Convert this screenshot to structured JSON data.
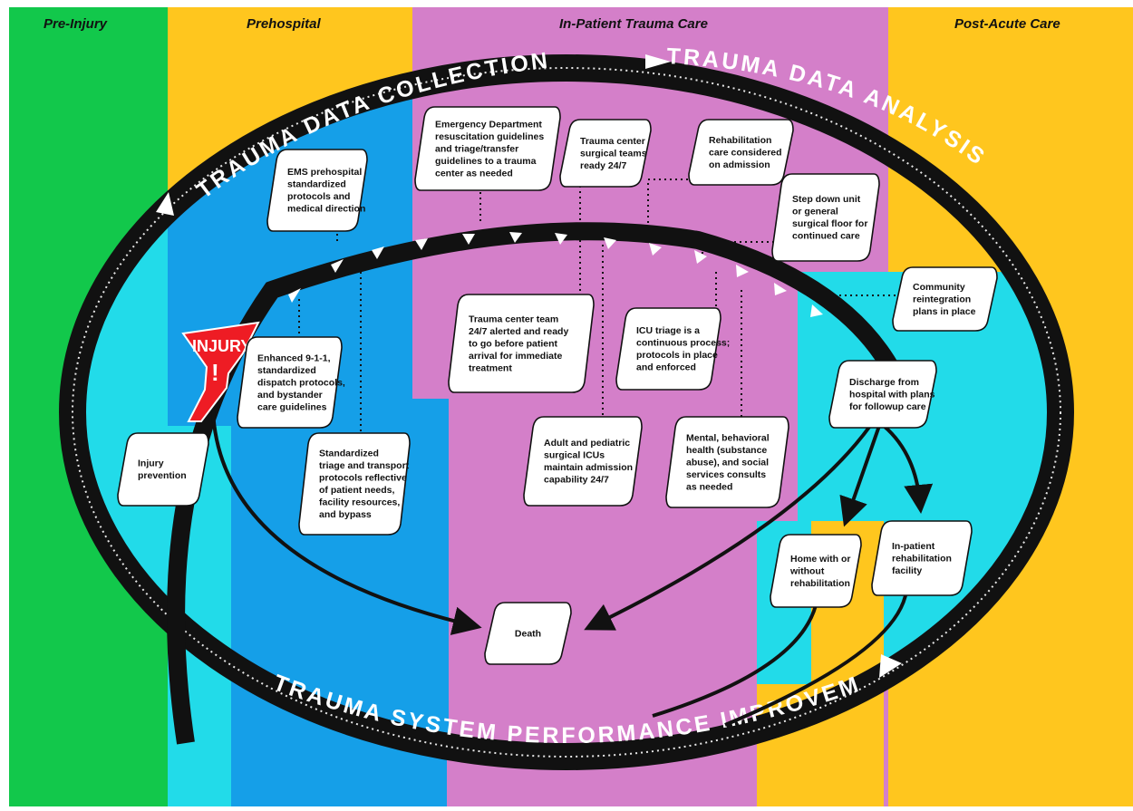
{
  "phases": {
    "pre_injury": "Pre-Injury",
    "prehospital": "Prehospital",
    "inpatient": "In-Patient Trauma Care",
    "post_acute": "Post-Acute Care"
  },
  "ring_labels": {
    "collection": "TRAUMA DATA COLLECTION",
    "analysis": "TRAUMA DATA ANALYSIS",
    "improvement": "TRAUMA SYSTEM PERFORMANCE IMPROVEMENT"
  },
  "injury_badge": {
    "label": "INJURY",
    "mark": "!"
  },
  "boxes": {
    "ed_guidelines": [
      "Emergency Department",
      "resuscitation guidelines",
      "and triage/transfer",
      "guidelines to a trauma",
      "center as needed"
    ],
    "surgical_teams": [
      "Trauma center",
      "surgical teams",
      "ready 24/7"
    ],
    "rehab_admission": [
      "Rehabilitation",
      "care considered",
      "on admission"
    ],
    "step_down": [
      "Step down unit",
      "or general",
      "surgical floor for",
      "continued care"
    ],
    "ems": [
      "EMS prehospital",
      "standardized",
      "protocols and",
      "medical direction"
    ],
    "community": [
      "Community",
      "reintegration",
      "plans in place"
    ],
    "team_alerted": [
      "Trauma center team",
      "24/7 alerted and ready",
      "to go before patient",
      "arrival for immediate",
      "treatment"
    ],
    "icu_triage": [
      "ICU triage is a",
      "continuous process;",
      "protocols in place",
      "and enforced"
    ],
    "discharge": [
      "Discharge from",
      "hospital with plans",
      "for followup care"
    ],
    "enhanced_911": [
      "Enhanced 9-1-1,",
      "standardized",
      "dispatch protocols,",
      "and bystander",
      "care guidelines"
    ],
    "standardized_triage": [
      "Standardized",
      "triage and transport",
      "protocols reflective",
      "of patient needs,",
      "facility resources,",
      "and bypass"
    ],
    "adult_pediatric": [
      "Adult and pediatric",
      "surgical ICUs",
      "maintain admission",
      "capability 24/7"
    ],
    "mental_health": [
      "Mental, behavioral",
      "health (substance",
      "abuse), and social",
      "services consults",
      "as needed"
    ],
    "injury_prevention": [
      "Injury",
      "prevention"
    ],
    "home": [
      "Home with or",
      "without",
      "rehabilitation"
    ],
    "inpatient_rehab": [
      "In-patient",
      "rehabilitation",
      "facility"
    ],
    "death": [
      "Death"
    ]
  },
  "colors": {
    "pre_injury": "#12c84b",
    "prehospital": "#ffc61e",
    "inpatient": "#d47fc9",
    "post_acute": "#ffc61e",
    "ems_zone": "#159fe8",
    "ellipse_fill": "#22dbe9",
    "ring": "#111111",
    "injury": "#ee1c24"
  }
}
